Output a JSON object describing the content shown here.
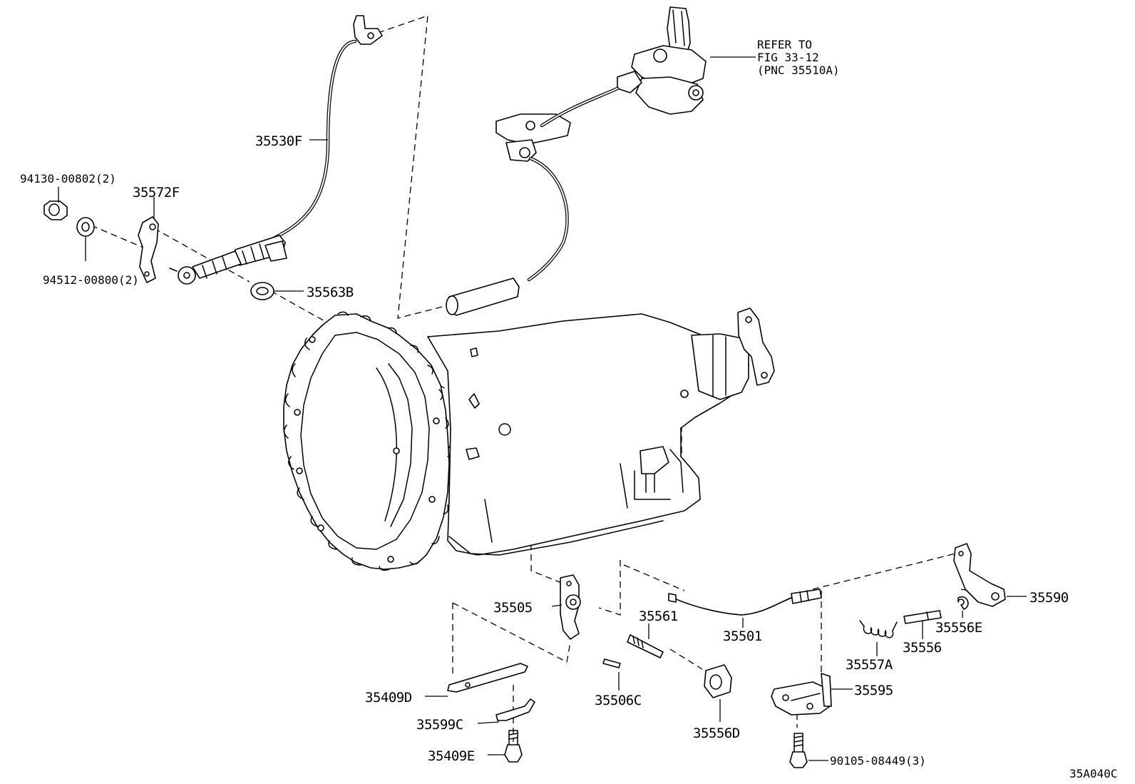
{
  "figure_code": "35A040C",
  "refer_note": {
    "line1": "REFER TO",
    "line2": "FIG 33-12",
    "line3": "(PNC 35510A)"
  },
  "callouts": [
    {
      "id": "c_94130",
      "label": "94130-00802(2)"
    },
    {
      "id": "c_35572F",
      "label": "35572F"
    },
    {
      "id": "c_35530F",
      "label": "35530F"
    },
    {
      "id": "c_94512",
      "label": "94512-00800(2)"
    },
    {
      "id": "c_35563B",
      "label": "35563B"
    },
    {
      "id": "c_35505",
      "label": "35505"
    },
    {
      "id": "c_35561",
      "label": "35561"
    },
    {
      "id": "c_35501",
      "label": "35501"
    },
    {
      "id": "c_35590",
      "label": "35590"
    },
    {
      "id": "c_35556E",
      "label": "35556E"
    },
    {
      "id": "c_35556",
      "label": "35556"
    },
    {
      "id": "c_35557A",
      "label": "35557A"
    },
    {
      "id": "c_35595",
      "label": "35595"
    },
    {
      "id": "c_35409D",
      "label": "35409D"
    },
    {
      "id": "c_35599C",
      "label": "35599C"
    },
    {
      "id": "c_35506C",
      "label": "35506C"
    },
    {
      "id": "c_35556D",
      "label": "35556D"
    },
    {
      "id": "c_35409E",
      "label": "35409E"
    },
    {
      "id": "c_90105",
      "label": "90105-08449(3)"
    }
  ]
}
